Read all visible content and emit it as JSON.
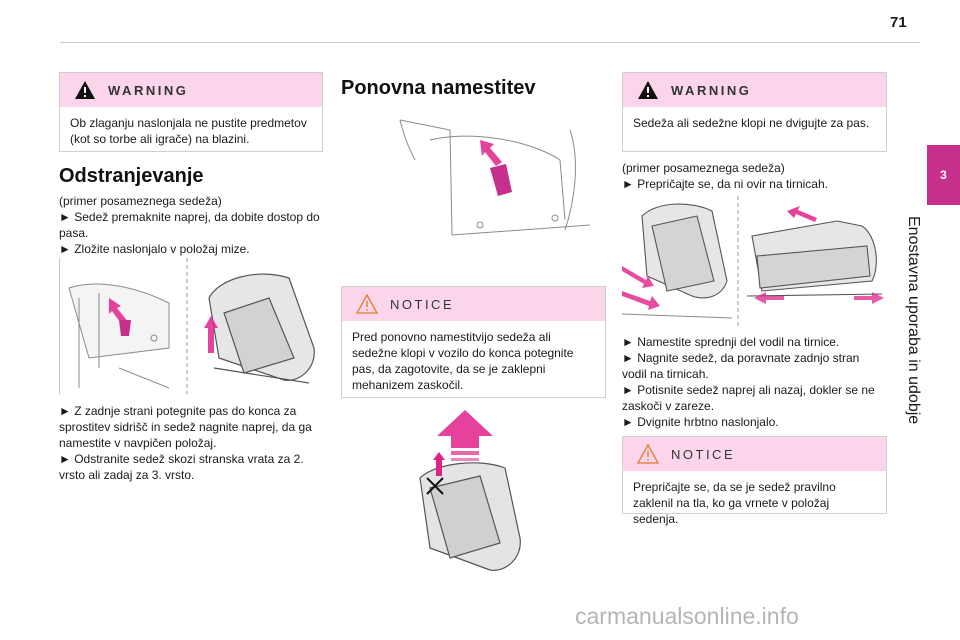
{
  "page": {
    "number": "71"
  },
  "chapter": {
    "tab_number": "3",
    "title": "Enostavna uporaba in udobje"
  },
  "col1": {
    "warning": {
      "label": "WARNING",
      "text": "Ob zlaganju naslonjala ne pustite predmetov (kot so torbe ali igrače) na blazini."
    },
    "heading": "Odstranjevanje",
    "para1": [
      "(primer posameznega sedeža)",
      "► Sedež premaknite naprej, da dobite dostop do pasa.",
      "► Zložite naslonjalo v položaj mize."
    ],
    "para2": [
      "► Z zadnje strani potegnite pas do konca za sprostitev sidrišč in sedež nagnite naprej, da ga namestite v navpičen položaj.",
      "► Odstranite sedež skozi stranska vrata za 2. vrsto ali zadaj za 3. vrsto."
    ]
  },
  "col2": {
    "heading": "Ponovna namestitev",
    "notice": {
      "label": "NOTICE",
      "text": "Pred ponovno namestitvijo sedeža ali sedežne klopi v vozilo do konca potegnite pas, da zagotovite, da se je zaklepni mehanizem zaskočil."
    }
  },
  "col3": {
    "warning": {
      "label": "WARNING",
      "text": "Sedeža ali sedežne klopi ne dvigujte za pas."
    },
    "para1": [
      "(primer posameznega sedeža)",
      "► Prepričajte se, da ni ovir na tirnicah."
    ],
    "para2": [
      "► Namestite sprednji del vodil na tirnice.",
      "► Nagnite sedež, da poravnate zadnjo stran vodil na tirnicah.",
      "► Potisnite sedež naprej ali nazaj, dokler se ne zaskoči v zareze.",
      "► Dvignite hrbtno naslonjalo."
    ],
    "notice": {
      "label": "NOTICE",
      "text": "Prepričajte se, da se je sedež pravilno zaklenil na tla, ko ga vrnete v položaj sedenja."
    }
  },
  "watermark": "carmanualsonline.info",
  "colors": {
    "accent": "#c72f8d",
    "box_header": "#fbd6ea",
    "arrow": "#e0218a"
  }
}
